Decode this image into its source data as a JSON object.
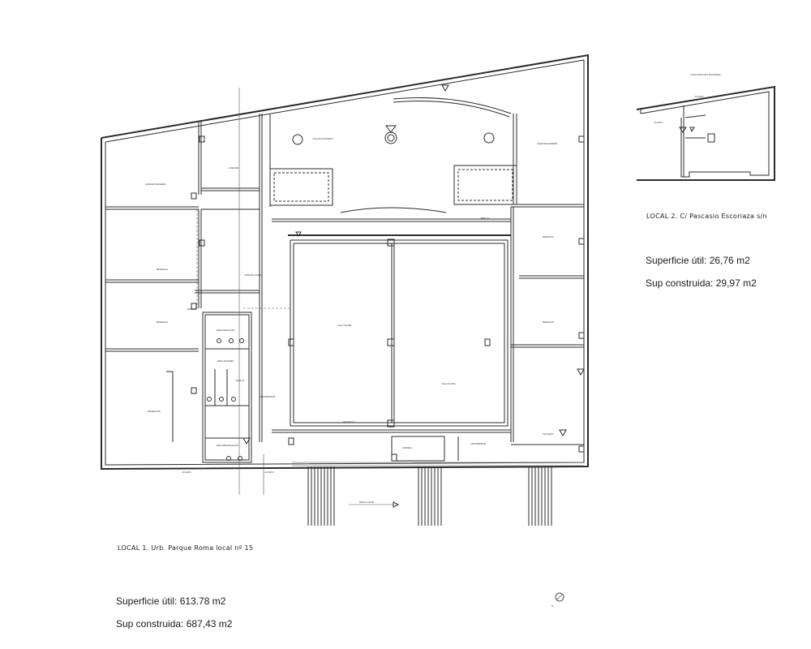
{
  "local1": {
    "title": "LOCAL 1. Urb. Parque Roma local nº 15",
    "superficie_util": "Superficie útil: 613.78 m2",
    "sup_construida": "Sup construida: 687,43 m2"
  },
  "local2": {
    "title": "LOCAL 2. C/ Pascasio Escoriaza s/n",
    "superficie_util": "Superficie útil: 26,76 m2",
    "sup_construida": "Sup construida:  29,97 m2"
  },
  "plan_labels": {
    "acceso_left": "ACCESO",
    "acceso_mid": "ACCESO",
    "acceso_l2": "ACCESO",
    "street_l2": "CALLE PASCASIO ESCORIAZA",
    "paso_calle": "PASO A CALLE",
    "north": "N"
  }
}
